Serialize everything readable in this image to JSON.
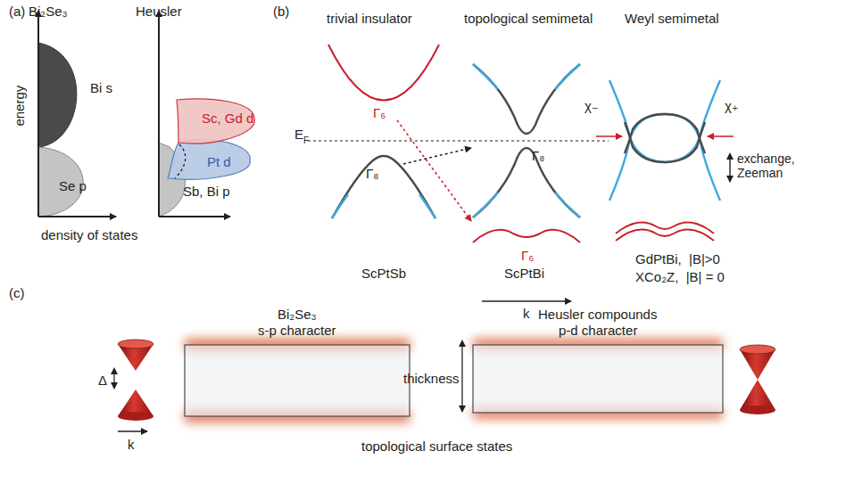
{
  "diagram": {
    "labels": [
      "(a)",
      "Bi₂Se₃",
      "Heusler",
      "energy",
      "Bi s",
      "Se p",
      "Sc, Gd d",
      "Pt d",
      "Sb, Bi p",
      "density of states",
      "(b)",
      "trivial insulator",
      "topological semimetal",
      "Weyl semimetal",
      "Γ₆",
      "E",
      "F",
      "Γ₈",
      "Γ₈",
      "Γ₆",
      "χ₋",
      "χ₊",
      "exchange, Zeeman",
      "ScPtSb",
      "ScPtBi",
      "k",
      "GdPtBi,  |B|>0",
      "XCo₂Z,  |B| = 0",
      "(c)",
      "Bi₂Se₃",
      "s-p character",
      "Heusler compounds",
      "p-d character",
      "Δ",
      "k",
      "thickness",
      "topological surface states"
    ]
  }
}
